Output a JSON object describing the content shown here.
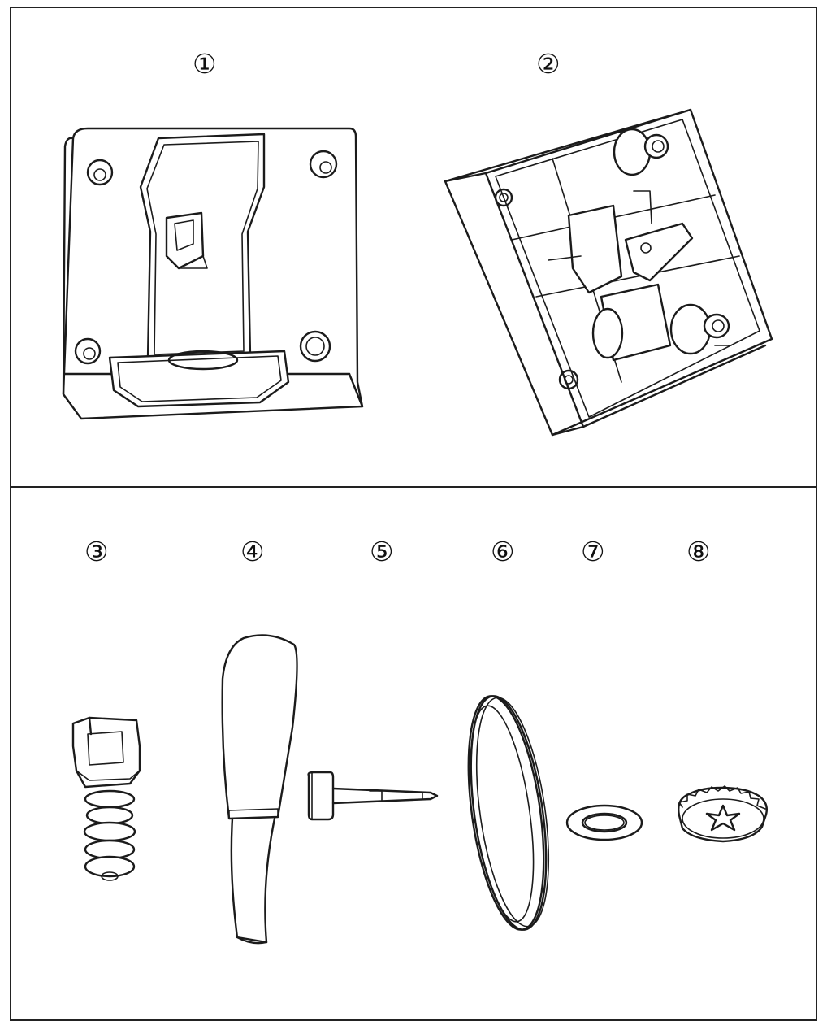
{
  "labels": {
    "p1": "①",
    "p2": "②",
    "p3": "③",
    "p4": "④",
    "p5": "⑤",
    "p6": "⑥",
    "p7": "⑦",
    "p8": "⑧"
  },
  "icons": {
    "part1": "mounting-bracket",
    "part2": "housing-box",
    "part3": "threaded-connector",
    "part4": "handle-grip",
    "part5": "pin",
    "part6": "seal-ring",
    "part7": "washer",
    "part8": "serrated-lock-nut"
  }
}
